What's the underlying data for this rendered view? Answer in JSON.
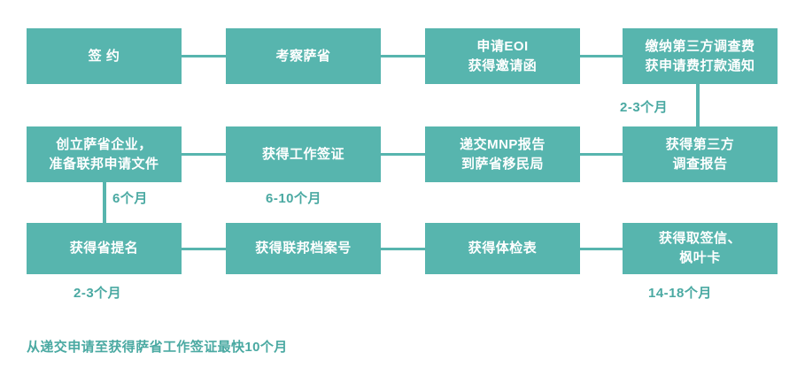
{
  "theme": {
    "box_fill": "#57b5ae",
    "box_text": "#ffffff",
    "caption_text": "#4aa9a2",
    "background": "#ffffff"
  },
  "diagram": {
    "type": "flowchart",
    "title_note": "从递交申请至获得萨省工作签证最快10个月",
    "rows": [
      {
        "id": "row-1",
        "nodes": [
          {
            "id": "n1",
            "label": "签 约"
          },
          {
            "id": "n2",
            "label": "考察萨省"
          },
          {
            "id": "n3",
            "label": "申请EOI\n获得邀请函"
          },
          {
            "id": "n4",
            "label": "缴纳第三方调查费\n获申请费打款通知"
          }
        ]
      },
      {
        "id": "row-2",
        "nodes": [
          {
            "id": "n5",
            "label": "创立萨省企业，\n准备联邦申请文件"
          },
          {
            "id": "n6",
            "label": "获得工作签证"
          },
          {
            "id": "n7",
            "label": "递交MNP报告\n到萨省移民局"
          },
          {
            "id": "n8",
            "label": "获得第三方\n调查报告"
          }
        ]
      },
      {
        "id": "row-3",
        "nodes": [
          {
            "id": "n9",
            "label": "获得省提名"
          },
          {
            "id": "n10",
            "label": "获得联邦档案号"
          },
          {
            "id": "n11",
            "label": "获得体检表"
          },
          {
            "id": "n12",
            "label": "获得取签信、\n枫叶卡"
          }
        ]
      }
    ],
    "durations": [
      {
        "id": "d1",
        "label": "2-3个月",
        "between": "缴纳第三方调查费 → 获得第三方调查报告"
      },
      {
        "id": "d2",
        "label": "6个月",
        "between": "创立萨省企业 → 获得省提名"
      },
      {
        "id": "d3",
        "label": "6-10个月",
        "between": "获得工作签证 → 获得联邦档案号"
      },
      {
        "id": "d4",
        "label": "2-3个月",
        "between": "获得省提名 之后"
      },
      {
        "id": "d5",
        "label": "14-18个月",
        "between": "获得取签信、枫叶卡 之后"
      }
    ]
  }
}
